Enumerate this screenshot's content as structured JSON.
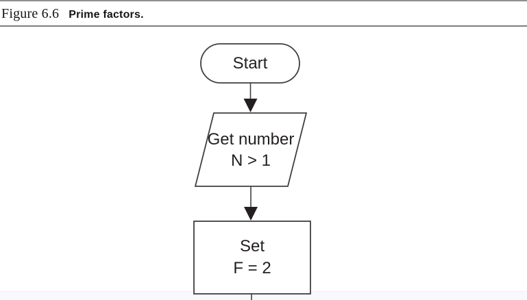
{
  "caption": {
    "figure_label": "Figure 6.6",
    "figure_title": "Prime factors."
  },
  "flowchart": {
    "description": "Prime factors flowchart (top portion, cut off at page bottom)",
    "nodes": [
      {
        "id": "start",
        "type": "terminator",
        "lines": [
          "Start"
        ]
      },
      {
        "id": "input",
        "type": "parallelogram",
        "lines": [
          "Get number",
          "N > 1"
        ]
      },
      {
        "id": "set-f",
        "type": "process",
        "lines": [
          "Set",
          "F = 2"
        ]
      }
    ],
    "connectors": [
      {
        "from": "start",
        "to": "input",
        "arrowhead": "filled-triangle"
      },
      {
        "from": "input",
        "to": "set-f",
        "arrowhead": "filled-triangle"
      },
      {
        "from": "set-f",
        "to": "off-page-bottom",
        "arrowhead": "none"
      }
    ]
  },
  "colors": {
    "background": "#ffffff",
    "shape_stroke": "#3f3f3f",
    "arrow_fill": "#231f20",
    "text": "#231f20",
    "top_rule": "#8f8f8f",
    "caption_rule": "#7d7d7d",
    "bottom_band": "#f7f9fc"
  }
}
